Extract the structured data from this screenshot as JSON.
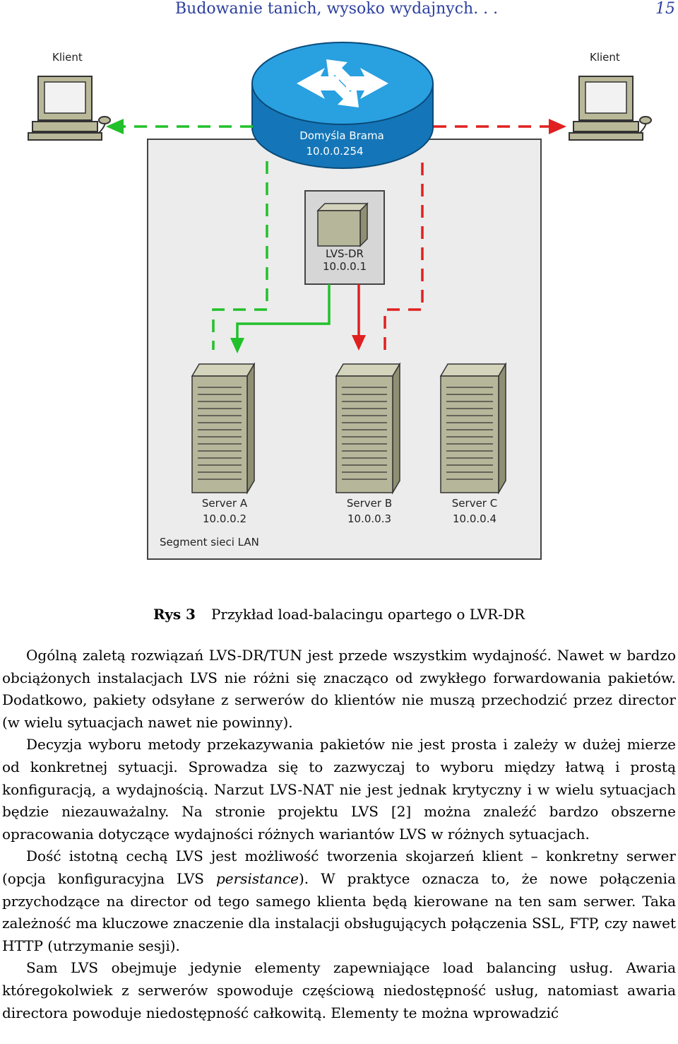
{
  "header": {
    "title": "Budowanie tanich, wysoko wydajnych. . .",
    "page": "15"
  },
  "figure": {
    "client_left": "Klient",
    "client_right": "Klient",
    "gateway_name": "Domyśla Brama",
    "gateway_ip": "10.0.0.254",
    "director_name": "LVS-DR",
    "director_ip": "10.0.0.1",
    "servers": [
      {
        "name": "Server A",
        "ip": "10.0.0.2"
      },
      {
        "name": "Server B",
        "ip": "10.0.0.3"
      },
      {
        "name": "Server C",
        "ip": "10.0.0.4"
      }
    ],
    "segment_label": "Segment sieci LAN",
    "colors": {
      "green_path": "#22c02a",
      "red_path": "#e02020",
      "router": "#1d8fd0"
    }
  },
  "caption": {
    "label": "Rys 3",
    "text": "Przykład load-balacingu opartego o LVR-DR"
  },
  "paragraphs": {
    "p1": "Ogólną zaletą rozwiązań LVS-DR/TUN jest przede wszystkim wydajność. Nawet w bardzo obciążonych instalacjach LVS nie różni się znacząco od zwykłego forwardowania pakietów. Dodatkowo, pakiety odsyłane z serwerów do klientów nie muszą przechodzić przez director (w wielu sytuacjach nawet nie powinny).",
    "p2": "Decyzja wyboru metody przekazywania pakietów nie jest prosta i zależy w dużej mierze od konkretnej sytuacji. Sprowadza się to zazwyczaj to wyboru między łatwą i prostą konfiguracją, a wydajnością. Narzut LVS-NAT nie jest jednak krytyczny i w wielu sytuacjach będzie niezauważalny. Na stronie projektu LVS [2] można znaleźć bardzo obszerne opracowania dotyczące wydajności różnych wariantów LVS w różnych sytuacjach.",
    "p3_a": "Dość istotną cechą LVS jest możliwość tworzenia skojarzeń klient – konkretny serwer (opcja konfiguracyjna LVS ",
    "p3_em": "persistance",
    "p3_b": "). W praktyce oznacza to, że nowe połączenia przychodzące na director od tego samego klienta będą kierowane na ten sam serwer. Taka zależność ma kluczowe znaczenie dla instalacji obsługujących połączenia SSL, FTP, czy nawet HTTP (utrzymanie sesji).",
    "p4": "Sam LVS obejmuje jedynie elementy zapewniające load balancing usług. Awaria któregokolwiek z serwerów spowoduje częściową niedostępność usług, natomiast awaria directora powoduje niedostępność całkowitą. Elementy te można wprowadzić"
  }
}
